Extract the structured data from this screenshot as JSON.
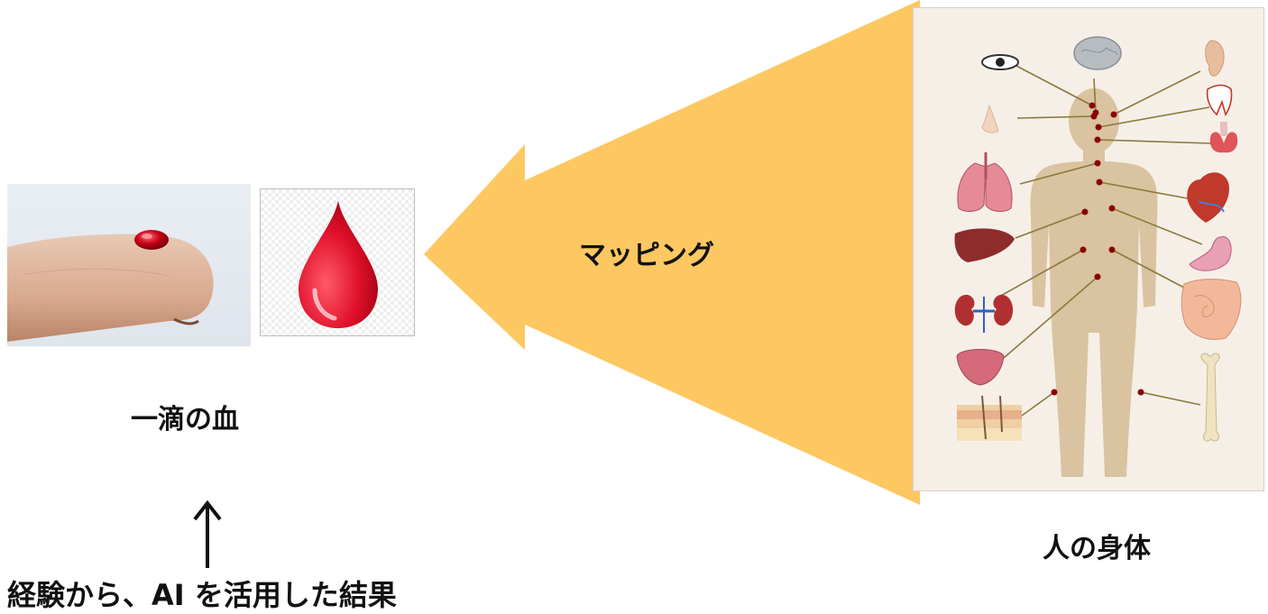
{
  "labels": {
    "mapping": "マッピング",
    "blood_drop": "一滴の血",
    "human_body": "人の身体",
    "result": "経験から、AI を活用した結果"
  },
  "colors": {
    "arrow_fill": "#fdc861",
    "blood_red": "#c8102e",
    "body_silhouette": "#d9c3a0",
    "connector_line": "#8a7a3a",
    "connector_dot": "#8b0000"
  },
  "icons": {
    "finger_photo": "finger-with-blood-drop",
    "drop": "blood-drop-icon",
    "body": "human-body-organ-map",
    "up_arrow": "arrow-up-icon",
    "organs": [
      "eye-icon",
      "brain-icon",
      "ear-icon",
      "nose-icon",
      "tooth-icon",
      "thyroid-icon",
      "lungs-icon",
      "heart-icon",
      "liver-icon",
      "stomach-icon",
      "kidney-icon",
      "intestine-icon",
      "bladder-icon",
      "skin-icon",
      "bone-icon"
    ]
  }
}
